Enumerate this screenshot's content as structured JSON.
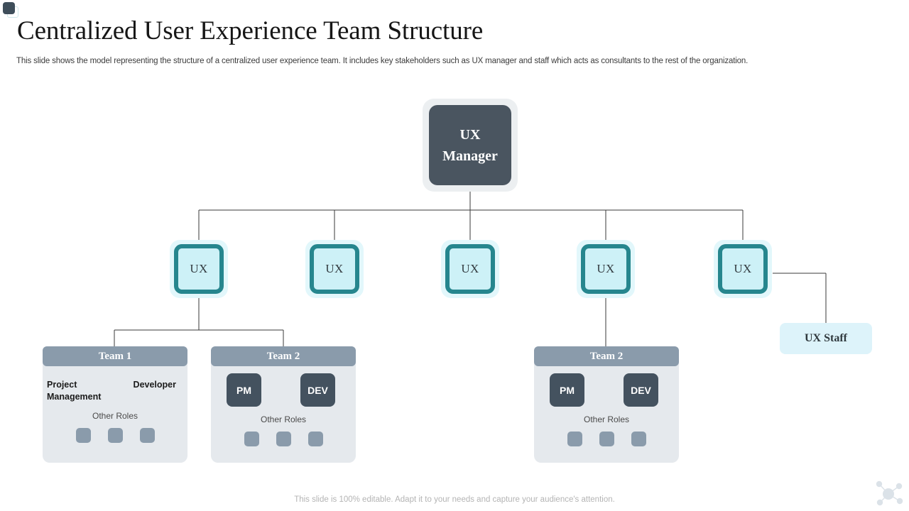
{
  "slide": {
    "title": "Centralized User Experience Team Structure",
    "subtitle": "This slide shows the model representing the structure of a centralized user experience team. It includes key stakeholders such as UX manager and staff which acts as consultants to the rest of the organization.",
    "footer": "This slide is 100% editable. Adapt it to your needs and capture your audience's attention."
  },
  "colors": {
    "teal_border": "#26868e",
    "teal_fill": "#cdf1f7",
    "teal_glow": "#e2f7fb",
    "dark_slate": "#4a5560",
    "chip_slate": "#44525f",
    "header_blue_gray": "#8a9bab",
    "card_body": "#e5e9ed",
    "staff_fill": "#ddf3fa",
    "connector_line": "#3a3a3a",
    "title_text": "#161616",
    "footer_text": "#b4b4b4"
  },
  "org": {
    "manager": {
      "line1": "UX",
      "line2": "Manager"
    },
    "ux_nodes": [
      {
        "label": "UX"
      },
      {
        "label": "UX"
      },
      {
        "label": "UX"
      },
      {
        "label": "UX"
      },
      {
        "label": "UX"
      }
    ],
    "staff": {
      "label": "UX Staff"
    },
    "teams": [
      {
        "header": "Team 1",
        "role_style": "text",
        "roles": [
          {
            "label": "Project Management"
          },
          {
            "label": "Developer"
          }
        ],
        "other_roles_label": "Other Roles",
        "other_roles_count": 3
      },
      {
        "header": "Team 2",
        "role_style": "chip",
        "roles": [
          {
            "label": "PM"
          },
          {
            "label": "DEV"
          }
        ],
        "other_roles_label": "Other Roles",
        "other_roles_count": 3
      },
      {
        "header": "Team 2",
        "role_style": "chip",
        "roles": [
          {
            "label": "PM"
          },
          {
            "label": "DEV"
          }
        ],
        "other_roles_label": "Other Roles",
        "other_roles_count": 3
      }
    ]
  }
}
